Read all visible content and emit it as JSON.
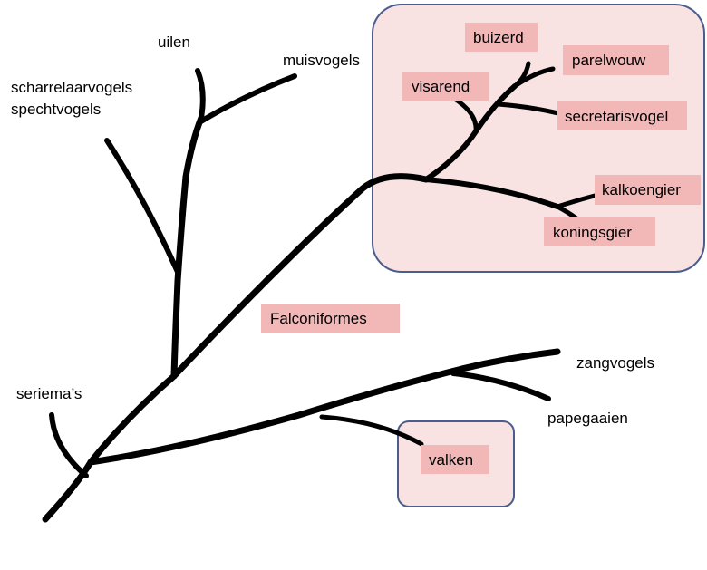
{
  "labels": {
    "uilen": "uilen",
    "muisvogels": "muisvogels",
    "scharrelaarvogels": "scharrelaarvogels",
    "spechtvogels": "spechtvogels",
    "seriemas": "seriema’s",
    "zangvogels": "zangvogels",
    "papegaaien": "papegaaien"
  },
  "highlighted": {
    "buizerd": "buizerd",
    "parelwouw": "parelwouw",
    "visarend": "visarend",
    "secretarisvogel": "secretarisvogel",
    "kalkoengier": "kalkoengier",
    "koningsgier": "koningsgier",
    "falconiformes": "Falconiformes",
    "valken": "valken"
  },
  "colors": {
    "group_fill": "#f9e2e2",
    "group_stroke": "#4a5d8c",
    "tag_fill": "#f2b8b8",
    "branch": "#000000"
  }
}
